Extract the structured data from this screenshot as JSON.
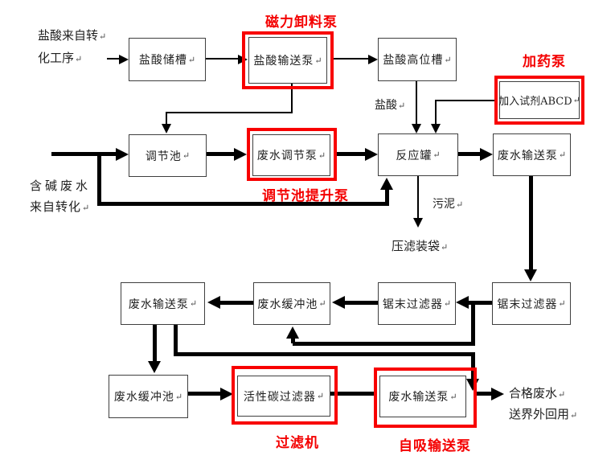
{
  "colors": {
    "highlight_red": "#f80000",
    "red_label_text": "#f40000",
    "line_black": "#000000",
    "box_border_gray": "#3f3f3f",
    "text_dark": "#1f1f1f"
  },
  "marks": {
    "return": "↵"
  },
  "nodes": {
    "hcl_source": {
      "line1": "盐酸来自转",
      "line2": "化工序"
    },
    "hcl_storage": "盐酸储槽",
    "hcl_transfer_pump": "盐酸输送泵",
    "hcl_head_tank": "盐酸高位槽",
    "reagent_dosing": "加入试剂ABCD",
    "regulating_tank": "调节池",
    "wastewater_regulating_pump": "废水调节泵",
    "reactor": "反应罐",
    "wastewater_transfer_pump_1": "废水输送泵",
    "sawdust_filter_right": "锯末过滤器",
    "sawdust_filter_left": "锯末过滤器",
    "wastewater_buffer_tank_1": "废水缓冲池",
    "wastewater_transfer_pump_2": "废水输送泵",
    "wastewater_buffer_tank_2": "废水缓冲池",
    "activated_carbon_filter": "活性碳过滤器",
    "wastewater_transfer_pump_3": "废水输送泵",
    "alkali_source": {
      "line1": "含碱废水",
      "line2": "来自转化"
    },
    "outlet": {
      "line1": "合格废水",
      "line2": "送界外回用"
    }
  },
  "flow_labels": {
    "hcl": "盐酸",
    "sludge": "污泥",
    "filter_press_bagging": "压滤装袋"
  },
  "red_annotations": {
    "magnetic_unloading_pump": "磁力卸料泵",
    "dosing_pump": "加药泵",
    "regulating_tank_lift_pump": "调节池提升泵",
    "filter_machine": "过滤机",
    "self_priming_transfer_pump": "自吸输送泵"
  }
}
